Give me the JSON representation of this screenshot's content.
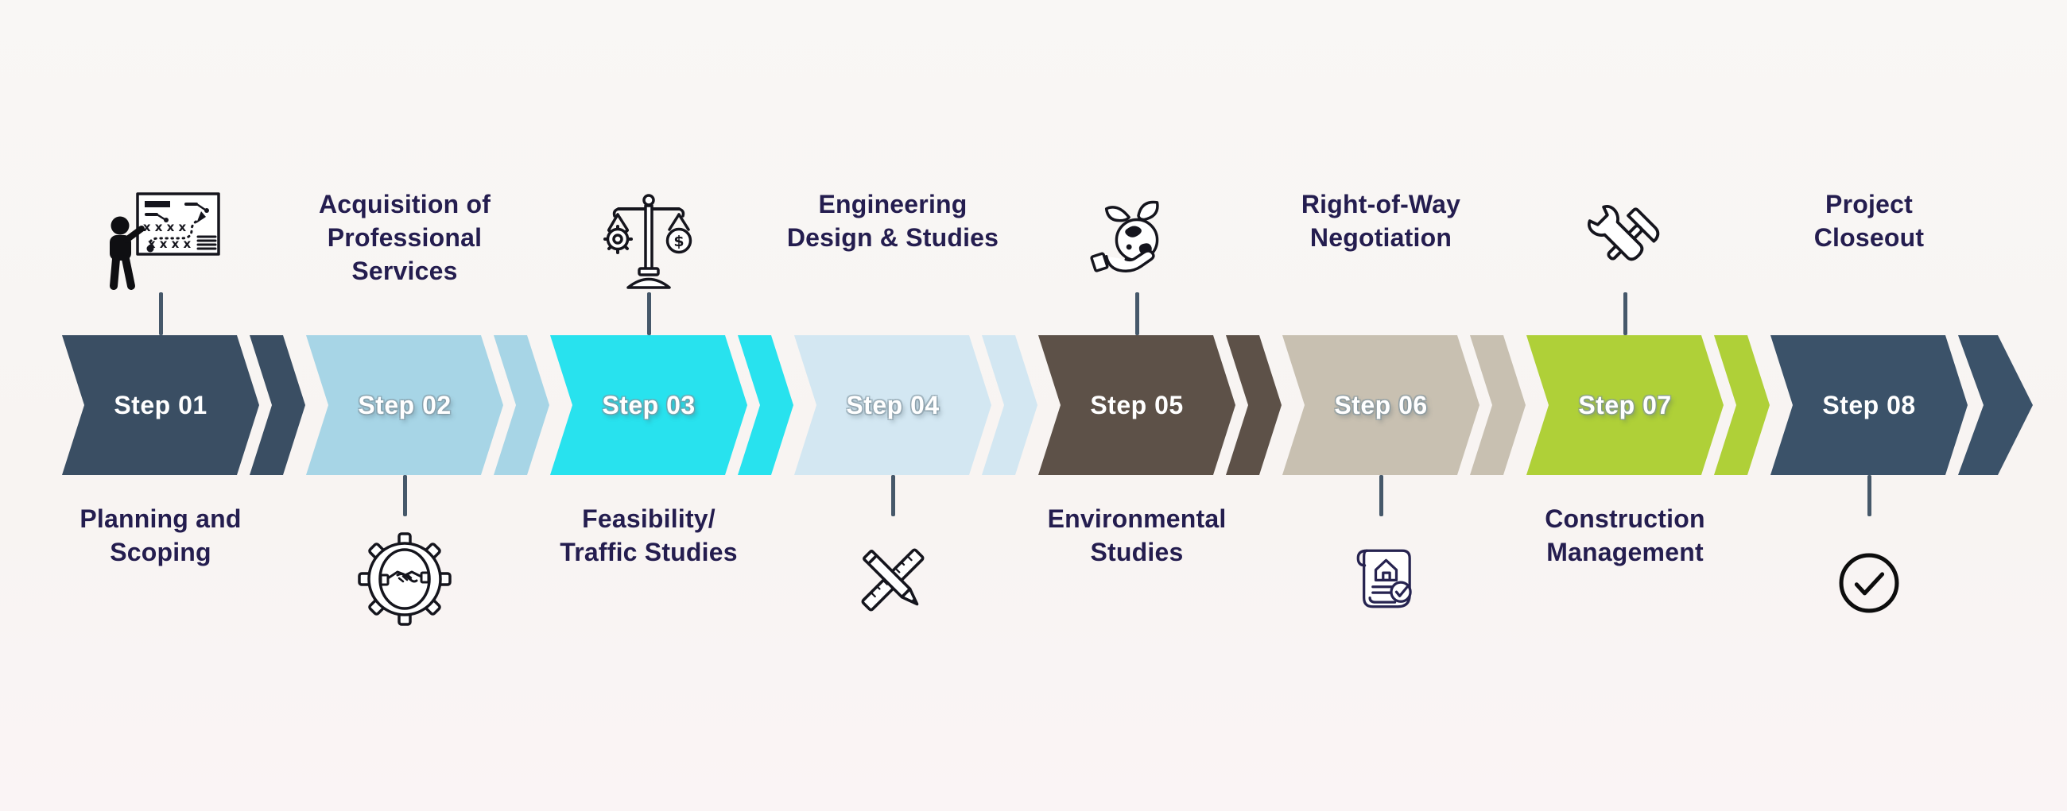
{
  "figure": {
    "background": "#f9f6f4",
    "title_color": "#241d4f",
    "connector_color": "#46586a",
    "label_text_color": "#ffffff",
    "steps": [
      {
        "label": "Step 01",
        "title": "Planning and\nScoping",
        "title_position": "below",
        "icon": "presenter-strategy-board-icon",
        "color": "#3a4e63",
        "tone": "dark"
      },
      {
        "label": "Step 02",
        "title": "Acquisition of\nProfessional\nServices",
        "title_position": "above",
        "icon": "gear-handshake-icon",
        "color": "#a7d5e6",
        "tone": "light"
      },
      {
        "label": "Step 03",
        "title": "Feasibility/\nTraffic Studies",
        "title_position": "below",
        "icon": "balance-scale-icon",
        "color": "#28e2ee",
        "tone": "light"
      },
      {
        "label": "Step 04",
        "title": "Engineering\nDesign & Studies",
        "title_position": "above",
        "icon": "ruler-pencil-icon",
        "color": "#d3e7f2",
        "tone": "light"
      },
      {
        "label": "Step 05",
        "title": "Environmental\nStudies",
        "title_position": "below",
        "icon": "hand-earth-plant-icon",
        "color": "#5d5148",
        "tone": "dark"
      },
      {
        "label": "Step 06",
        "title": "Right-of-Way\nNegotiation",
        "title_position": "above",
        "icon": "deed-document-check-icon",
        "color": "#c8c0b1",
        "tone": "light"
      },
      {
        "label": "Step 07",
        "title": "Construction\nManagement",
        "title_position": "below",
        "icon": "wrench-hammer-icon",
        "color": "#afd038",
        "tone": "light"
      },
      {
        "label": "Step 08",
        "title": "Project\nCloseout",
        "title_position": "above",
        "icon": "check-circle-icon",
        "color": "#3b5269",
        "tone": "dark"
      }
    ]
  }
}
